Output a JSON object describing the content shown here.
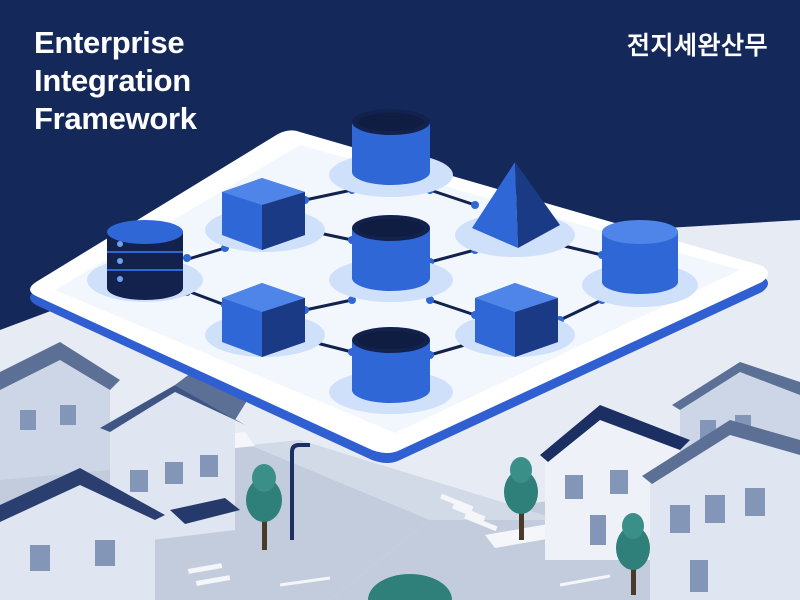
{
  "headline": {
    "lines": [
      "Enterprise",
      "Integration",
      "Framework"
    ]
  },
  "korean_label": "전지세완산무",
  "colors": {
    "background": "#15285a",
    "platform": "#ffffff",
    "platform_edge": "#2f5fd1",
    "node_halo": "#cfe1fa",
    "node_blue": "#2f67d6",
    "node_dark": "#0f2454",
    "house_wall": "#dfe6f2",
    "house_roof": "#5c6f95",
    "tree": "#2f7f7a"
  },
  "icons": [
    "database-server-icon",
    "cube-icon",
    "cylinder-icon",
    "pyramid-icon"
  ]
}
